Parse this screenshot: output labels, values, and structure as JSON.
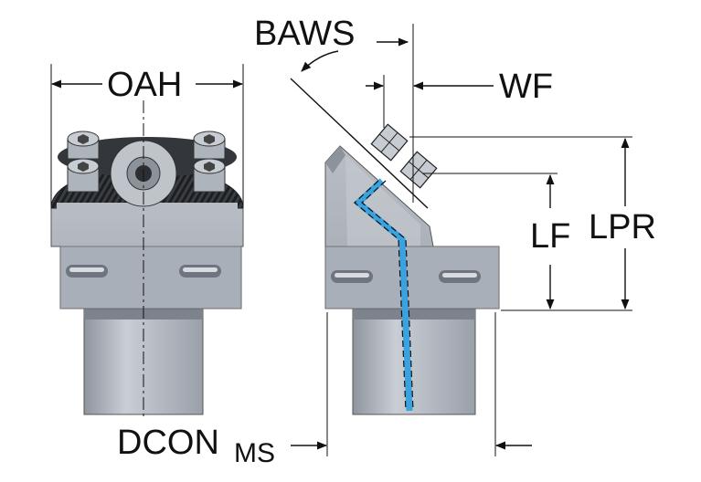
{
  "diagram": {
    "labels": {
      "oah": "OAH",
      "baws": "BAWS",
      "wf": "WF",
      "lf": "LF",
      "lpr": "LPR",
      "dcon": "DCON",
      "dcon_subscript": "MS"
    },
    "colors": {
      "body_light": "#c3c8cf",
      "body_mid": "#a7adb6",
      "body_dark": "#8a9099",
      "knurl": "#2f3236",
      "coolant": "#3aa3df",
      "line": "#111111"
    }
  }
}
